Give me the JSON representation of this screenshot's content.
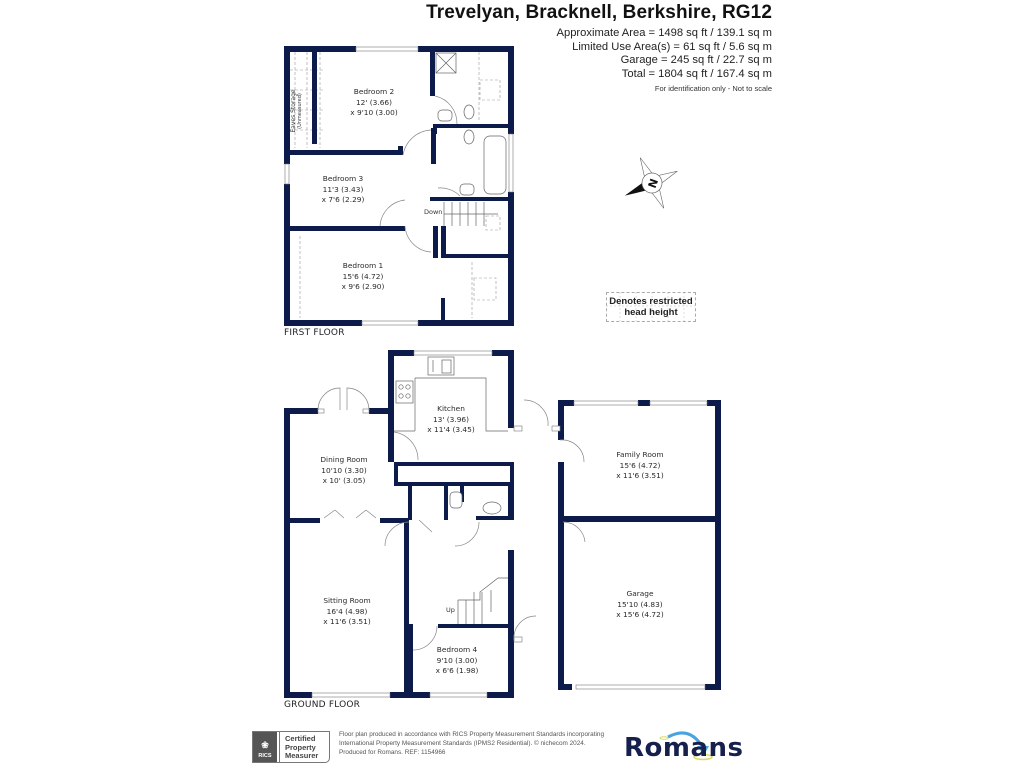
{
  "header": {
    "title": "Trevelyan, Bracknell, Berkshire, RG12",
    "areas": [
      "Approximate Area = 1498 sq ft / 139.1 sq m",
      "Limited Use Area(s) = 61 sq ft / 5.6 sq m",
      "Garage = 245 sq ft / 22.7 sq m",
      "Total = 1804 sq ft / 167.4 sq m"
    ],
    "note": "For identification only - Not to scale"
  },
  "compass": {
    "icon": "compass-north-icon",
    "letter": "N"
  },
  "legend": {
    "line1": "Denotes restricted",
    "line2": "head height"
  },
  "first_floor": {
    "label": "FIRST FLOOR",
    "eaves": {
      "line1": "Eaves Storage",
      "line2": "(Unmeasured)"
    },
    "stairs_label": "Down",
    "rooms": [
      {
        "name": "Bedroom 2",
        "dim1": "12' (3.66)",
        "dim2": "x 9'10 (3.00)"
      },
      {
        "name": "Bedroom 3",
        "dim1": "11'3 (3.43)",
        "dim2": "x 7'6 (2.29)"
      },
      {
        "name": "Bedroom 1",
        "dim1": "15'6 (4.72)",
        "dim2": "x 9'6 (2.90)"
      }
    ]
  },
  "ground_floor": {
    "label": "GROUND FLOOR",
    "stairs_label": "Up",
    "rooms": [
      {
        "name": "Kitchen",
        "dim1": "13' (3.96)",
        "dim2": "x 11'4 (3.45)"
      },
      {
        "name": "Dining Room",
        "dim1": "10'10 (3.30)",
        "dim2": "x 10' (3.05)"
      },
      {
        "name": "Family Room",
        "dim1": "15'6 (4.72)",
        "dim2": "x 11'6 (3.51)"
      },
      {
        "name": "Sitting Room",
        "dim1": "16'4 (4.98)",
        "dim2": "x 11'6 (3.51)"
      },
      {
        "name": "Garage",
        "dim1": "15'10 (4.83)",
        "dim2": "x 15'6 (4.72)"
      },
      {
        "name": "Bedroom 4",
        "dim1": "9'10 (3.00)",
        "dim2": "x 6'6 (1.98)"
      }
    ]
  },
  "footer": {
    "rics_badge": {
      "logo": "RICS",
      "line1": "Certified",
      "line2": "Property",
      "line3": "Measurer"
    },
    "disclaimer": [
      "Floor plan produced in accordance with RICS Property Measurement Standards incorporating",
      "International Property Measurement Standards (IPMS2 Residential).  © nichecom 2024.",
      "Produced for Romans.   REF: 1154966"
    ],
    "brand": "Romans"
  },
  "colors": {
    "wall": "#0d1b4b",
    "brand_arrow": "#4aa3df",
    "brand_ring": "#d9d96a"
  }
}
